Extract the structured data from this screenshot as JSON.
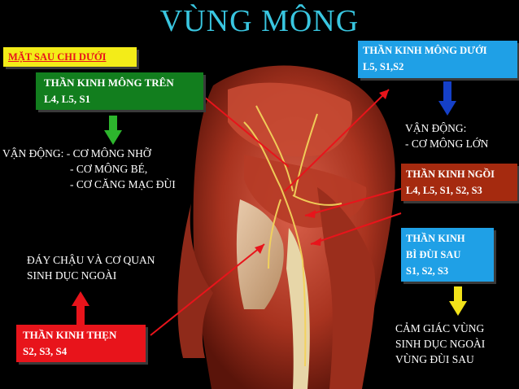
{
  "title": "VÙNG MÔNG",
  "subtitle_box": "MẶT SAU CHI DƯỚI",
  "boxes": {
    "gluteal_superior": {
      "line1": "THẦN KINH MÔNG TRÊN",
      "line2": "L4, L5, S1"
    },
    "gluteal_inferior": {
      "line1": "THẦN KINH MÔNG DƯỚI",
      "line2": "L5, S1,S2"
    },
    "sciatic": {
      "line1": "THẦN KINH NGỒI",
      "line2": "L4, L5, S1, S2, S3"
    },
    "post_femoral_cutaneous": {
      "line1": "THẦN KINH",
      "line2": "BÌ ĐÙI SAU",
      "line3": "S1, S2, S3"
    },
    "pudendal": {
      "line1": "THẦN KINH THẸN",
      "line2": "S2, S3, S4"
    }
  },
  "texts": {
    "motor_superior": {
      "line1": "VẬN ĐỘNG: - CƠ MÔNG NHỠ",
      "line2": "- CƠ MÔNG BÉ,",
      "line3": "- CƠ CĂNG MẠC ĐÙI"
    },
    "motor_inferior": {
      "line1": "VẬN ĐỘNG:",
      "line2": "- CƠ MÔNG LỚN"
    },
    "pelvic_floor": {
      "line1": "ĐÁY CHẬU VÀ CƠ QUAN",
      "line2": "SINH DỤC NGOÀI"
    },
    "sensory": {
      "line1": "CẢM GIÁC VÙNG",
      "line2": "SINH DỤC NGOÀI",
      "line3": "VÙNG ĐÙI SAU"
    }
  },
  "colors": {
    "title": "#39c6e0",
    "red_box": "#e8141b",
    "green_box": "#127e1e",
    "brown_box": "#a52a0f",
    "blue_box": "#1fa0e6",
    "green_arrow": "#2db52d",
    "blue_arrow": "#1540c8",
    "yellow_arrow": "#f2e21a",
    "red_arrow": "#e8141b",
    "subtitle_text": "#e8141b",
    "subtitle_bg": "#f3ec18"
  }
}
